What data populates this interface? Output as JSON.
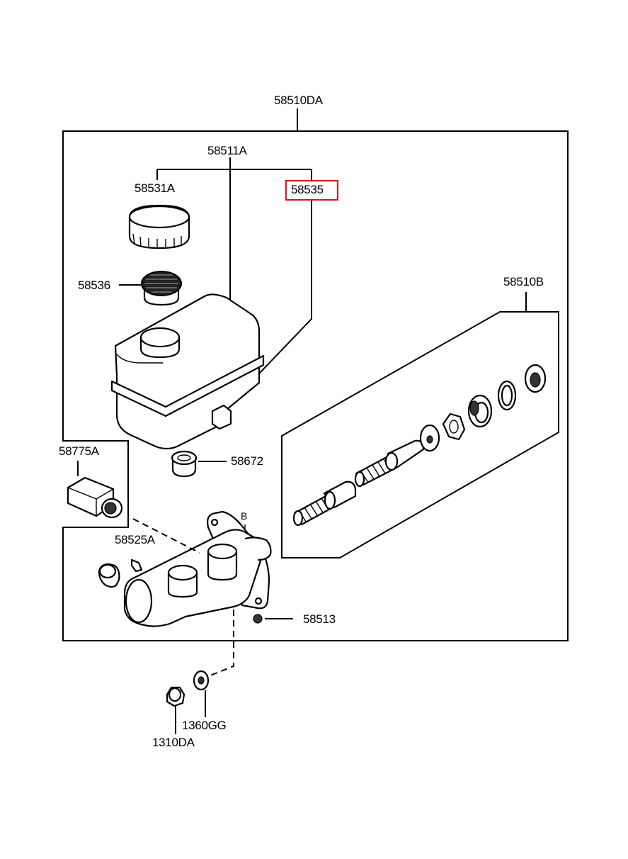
{
  "labels": {
    "assembly": "58510DA",
    "reservoir_assy": "58511A",
    "cap": "58531A",
    "highlighted": "58535",
    "strainer": "58536",
    "piston_kit": "58510B",
    "sensor_assy": "58775A",
    "grommet": "58672",
    "b_mark": "B",
    "stud": "58525A",
    "nut": "58513",
    "washer": "1360GG",
    "flange_nut": "1310DA"
  },
  "colors": {
    "highlight": "#e0101a",
    "line": "#000000"
  }
}
